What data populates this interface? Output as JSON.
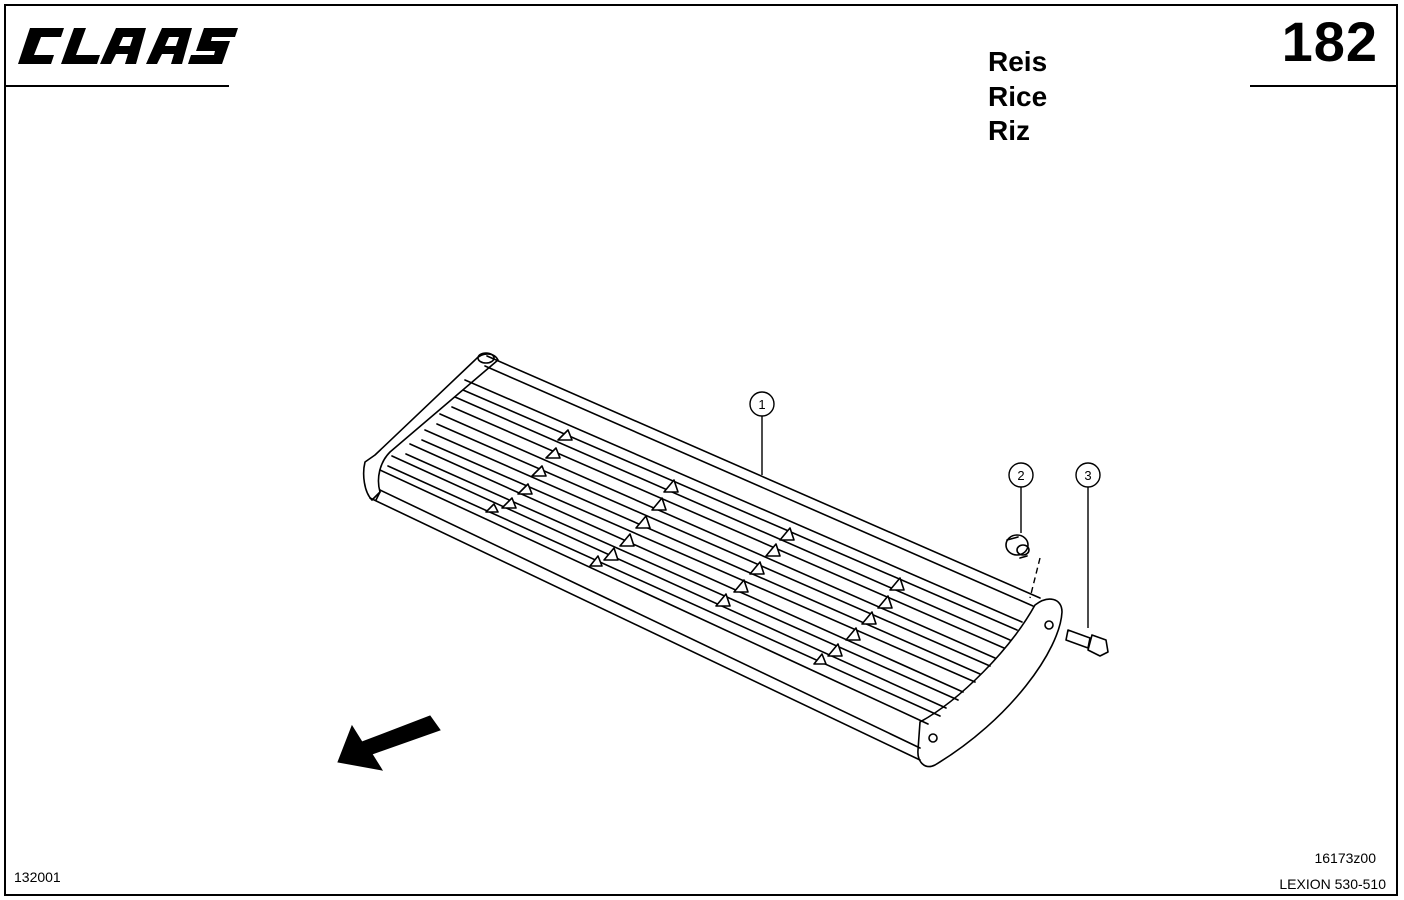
{
  "header": {
    "brand": "CLAAS",
    "page_number": "182",
    "titles": [
      "Reis",
      "Rice",
      "Riz"
    ]
  },
  "diagram": {
    "callouts": [
      "1",
      "2",
      "3"
    ],
    "direction_arrow": "arrow-icon"
  },
  "footer": {
    "left_code": "132001",
    "drawing_code": "16173z00",
    "model": "LEXION 530-510"
  }
}
